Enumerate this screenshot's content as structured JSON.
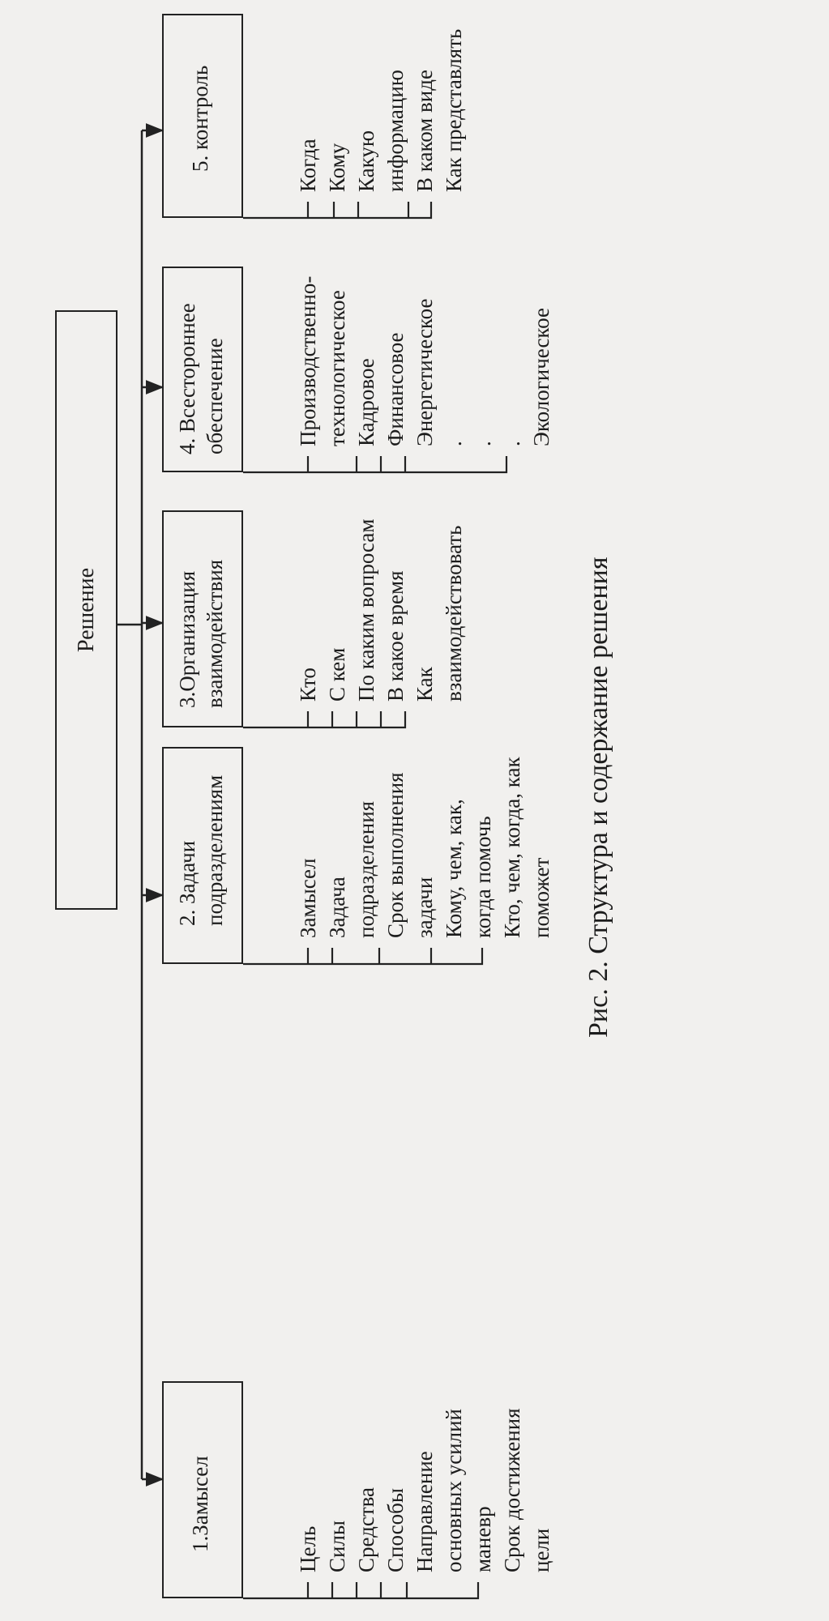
{
  "root": {
    "label": "Решение"
  },
  "sections": [
    {
      "title_lines": [
        "1.Замысел"
      ],
      "items": [
        "Цель",
        "Силы",
        "Средства",
        "Способы",
        "Направление",
        "основных усилий",
        "маневр",
        "Срок достижения",
        "цели"
      ]
    },
    {
      "title_lines": [
        "2. Задачи",
        "подразделениям"
      ],
      "items": [
        "Замысел",
        "Задача",
        "подразделения",
        "Срок выполнения",
        "задачи",
        "Кому, чем, как,",
        "когда помочь",
        "Кто, чем, когда, как",
        "поможет"
      ]
    },
    {
      "title_lines": [
        "3.Организация",
        "взаимодействия"
      ],
      "items": [
        "Кто",
        "С кем",
        "По каким вопросам",
        "В какое время",
        "Как",
        "взаимодействовать"
      ]
    },
    {
      "title_lines": [
        "4. Всестороннее",
        "обеспечение"
      ],
      "items": [
        "Производственно-",
        "технологическое",
        "Кадровое",
        "Финансовое",
        "Энергетическое",
        ".",
        ".",
        ".",
        "Экологическое"
      ]
    },
    {
      "title_lines": [
        "5. контроль"
      ],
      "items": [
        "Когда",
        "Кому",
        "Какую",
        "информацию",
        "В каком виде",
        "Как представлять"
      ]
    }
  ],
  "caption": "Рис. 2. Структура и содержание решения",
  "colors": {
    "paper": "#f1f0ee",
    "ink": "#1c1c1c"
  }
}
